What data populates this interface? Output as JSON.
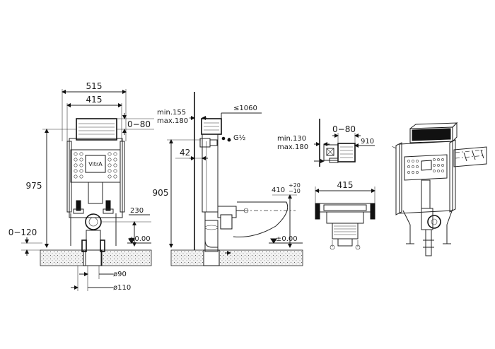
{
  "brand": {
    "frame_logo": "VitrA"
  },
  "front_view": {
    "width_overall": "515",
    "width_inner": "415",
    "adjust_range": "0−80",
    "height_total": "975",
    "floor_adjust": "0−120",
    "outlet_height": "230",
    "floor_level": "±0.00",
    "pipe_diameter_90": "ø90",
    "pipe_diameter_110": "ø110"
  },
  "side_view": {
    "depth_range_min": "min.155",
    "depth_range_max": "max.180",
    "max_depth": "≤1060",
    "water_connection": "G½",
    "offset": "42",
    "height": "905",
    "bowl_height": "410",
    "bowl_tolerance_plus": "+20",
    "bowl_tolerance_minus": "−10",
    "floor_level": "±0.00"
  },
  "top_view": {
    "depth_min": "min.130",
    "depth_max": "max.180",
    "adjust_range": "0−80",
    "width_910": "910",
    "width_415": "415"
  }
}
